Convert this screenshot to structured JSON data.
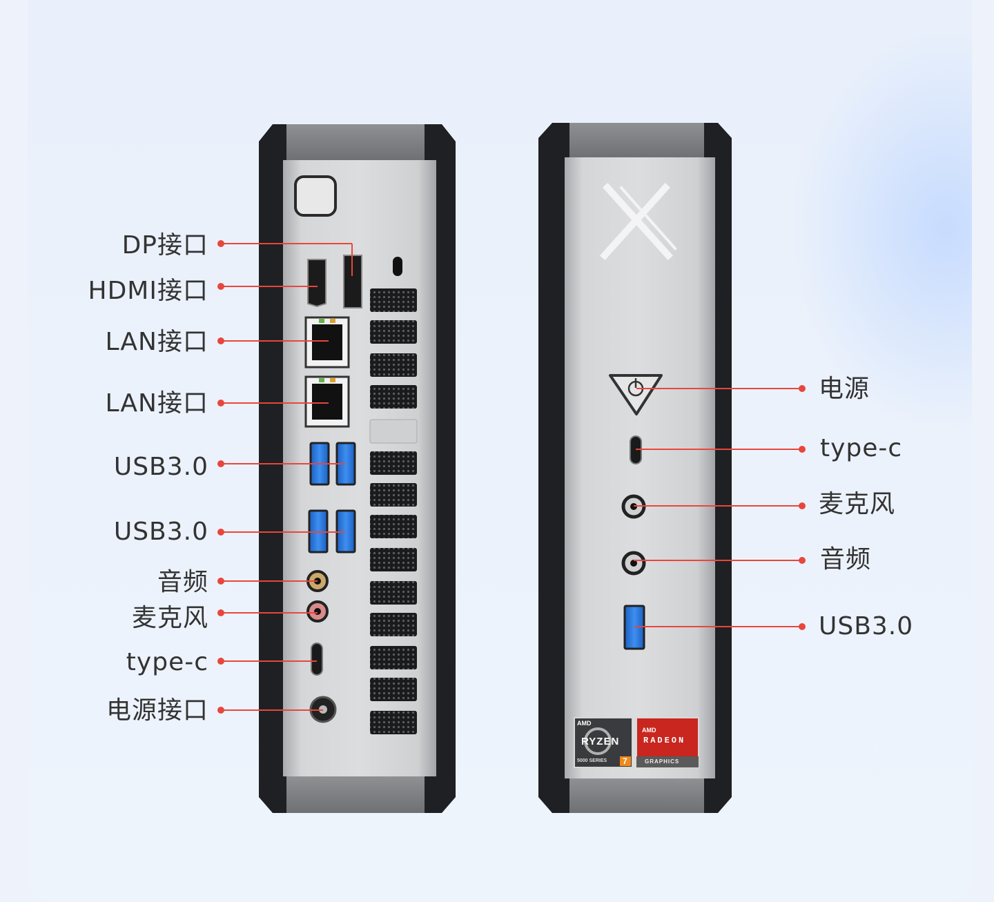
{
  "left_labels": [
    "DP接口",
    "HDMI接口",
    "LAN接口",
    "LAN接口",
    "USB3.0",
    "USB3.0",
    "音频",
    "麦克风",
    "type-c",
    "电源接口"
  ],
  "right_labels": [
    "电源",
    "type-c",
    "麦克风",
    "音频",
    "USB3.0"
  ],
  "badges": {
    "ryzen": {
      "top": "AMD",
      "main": "RYZEN",
      "series": "5000 SERIES",
      "tier": "7"
    },
    "radeon": {
      "top": "AMD",
      "main": "RADEON",
      "sub": "GRAPHICS"
    }
  },
  "colors": {
    "callout": "#e8463c",
    "chassis": "#1f2023",
    "panel": "#c9cbce",
    "usb": "#2f7ee8"
  },
  "icons": [
    "x-logo-icon",
    "power-icon",
    "usb-icon",
    "lan-icon",
    "headphone-icon",
    "mic-icon"
  ]
}
